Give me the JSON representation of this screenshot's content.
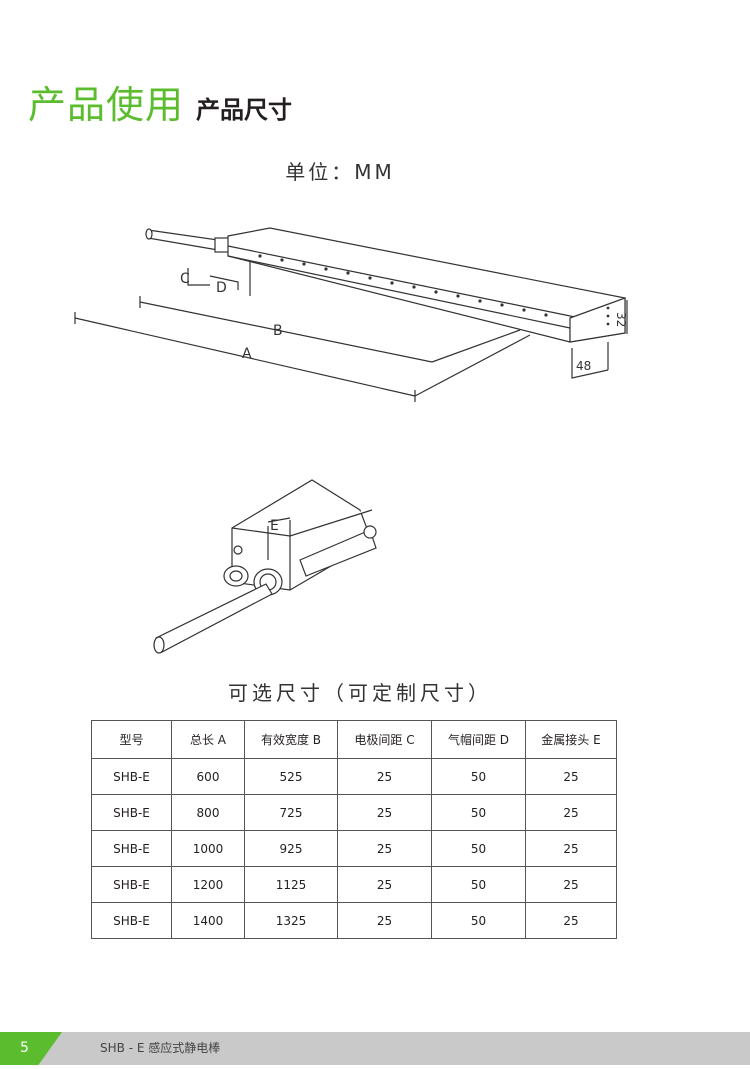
{
  "heading": {
    "main": "产品使用",
    "sub": "产品尺寸"
  },
  "unit": "单位：MM",
  "drawing1": {
    "labels": {
      "a": "A",
      "b": "B",
      "c": "C",
      "d": "D",
      "w": "48",
      "h": "32"
    }
  },
  "drawing2": {
    "labels": {
      "e": "E"
    }
  },
  "table": {
    "title": "可选尺寸（可定制尺寸）",
    "headers": [
      "型号",
      "总长 A",
      "有效宽度 B",
      "电极间距 C",
      "气帽间距 D",
      "金属接头 E"
    ],
    "rows": [
      [
        "SHB-E",
        "600",
        "525",
        "25",
        "50",
        "25"
      ],
      [
        "SHB-E",
        "800",
        "725",
        "25",
        "50",
        "25"
      ],
      [
        "SHB-E",
        "1000",
        "925",
        "25",
        "50",
        "25"
      ],
      [
        "SHB-E",
        "1200",
        "1125",
        "25",
        "50",
        "25"
      ],
      [
        "SHB-E",
        "1400",
        "1325",
        "25",
        "50",
        "25"
      ]
    ]
  },
  "footer": {
    "page": "5",
    "title": "SHB - E 感应式静电棒"
  },
  "colors": {
    "accent": "#5bbd2e",
    "footer_bg": "#c9c9c9"
  }
}
